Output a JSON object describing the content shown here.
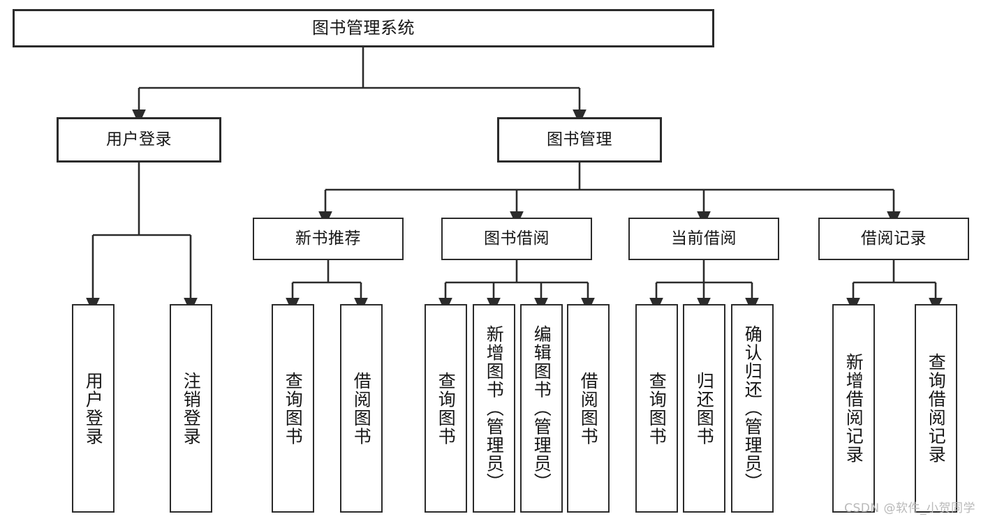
{
  "diagram": {
    "title": "图书管理系统",
    "type": "tree-hierarchy-chart",
    "watermark": "CSDN @软件_小贺同学",
    "colors": {
      "background": "#ffffff",
      "box_border": "#2b2b2b",
      "box_fill": "#ffffff",
      "text": "#161616",
      "edge": "#2b2b2b",
      "watermark": "#b9b9b9"
    },
    "nodes": {
      "root": {
        "label": "图书管理系统",
        "level": 1,
        "orientation": "horizontal"
      },
      "level2": [
        {
          "id": "user-login",
          "label": "用户登录",
          "orientation": "horizontal"
        },
        {
          "id": "book-manage",
          "label": "图书管理",
          "orientation": "horizontal"
        }
      ],
      "level3": [
        {
          "id": "new-book-recommend",
          "label": "新书推荐",
          "orientation": "horizontal",
          "parent": "book-manage"
        },
        {
          "id": "book-borrow",
          "label": "图书借阅",
          "orientation": "horizontal",
          "parent": "book-manage"
        },
        {
          "id": "current-borrow",
          "label": "当前借阅",
          "orientation": "horizontal",
          "parent": "book-manage"
        },
        {
          "id": "borrow-record",
          "label": "借阅记录",
          "orientation": "horizontal",
          "parent": "book-manage"
        }
      ],
      "leaves": [
        {
          "id": "leaf-user-login",
          "label": "用户登录",
          "parent": "user-login",
          "orientation": "vertical"
        },
        {
          "id": "leaf-user-logout",
          "label": "注销登录",
          "parent": "user-login",
          "orientation": "vertical"
        },
        {
          "id": "leaf-query-book-1",
          "label": "查询图书",
          "parent": "new-book-recommend",
          "orientation": "vertical"
        },
        {
          "id": "leaf-borrow-book-1",
          "label": "借阅图书",
          "parent": "new-book-recommend",
          "orientation": "vertical"
        },
        {
          "id": "leaf-query-book-2",
          "label": "查询图书",
          "parent": "book-borrow",
          "orientation": "vertical"
        },
        {
          "id": "leaf-add-book",
          "label": "新增图书（管理员）",
          "parent": "book-borrow",
          "orientation": "vertical"
        },
        {
          "id": "leaf-edit-book",
          "label": "编辑图书（管理员）",
          "parent": "book-borrow",
          "orientation": "vertical"
        },
        {
          "id": "leaf-borrow-book-2",
          "label": "借阅图书",
          "parent": "book-borrow",
          "orientation": "vertical"
        },
        {
          "id": "leaf-query-book-3",
          "label": "查询图书",
          "parent": "current-borrow",
          "orientation": "vertical"
        },
        {
          "id": "leaf-return-book",
          "label": "归还图书",
          "parent": "current-borrow",
          "orientation": "vertical"
        },
        {
          "id": "leaf-confirm-return",
          "label": "确认归还（管理员）",
          "parent": "current-borrow",
          "orientation": "vertical"
        },
        {
          "id": "leaf-add-record",
          "label": "新增借阅记录",
          "parent": "borrow-record",
          "orientation": "vertical"
        },
        {
          "id": "leaf-query-record",
          "label": "查询借阅记录",
          "parent": "borrow-record",
          "orientation": "vertical"
        }
      ]
    }
  }
}
